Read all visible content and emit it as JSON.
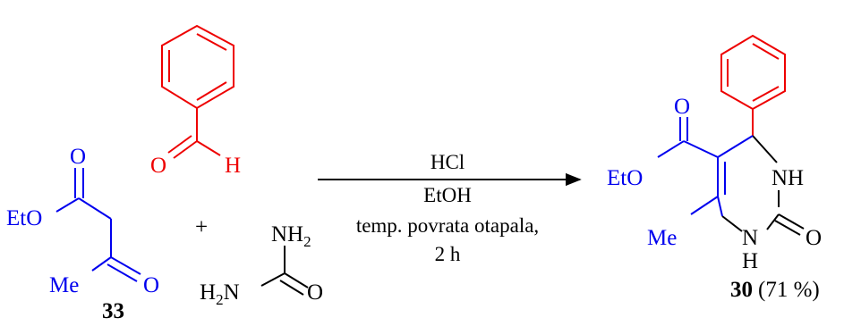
{
  "colors": {
    "reagent_a": "#0000ee",
    "reagent_b": "#ee0000",
    "default": "#000000"
  },
  "plus": "+",
  "aldehyde": {
    "o": "O",
    "h": "H"
  },
  "ketoester": {
    "carbonyl_o": "O",
    "ester_group": "EtO",
    "ketone_o": "O",
    "methyl": "Me",
    "compound_number": "33"
  },
  "urea": {
    "nh2_top_n": "NH",
    "nh2_top_sub": "2",
    "nh2_left_h": "H",
    "nh2_left_sub": "2",
    "nh2_left_n": "N",
    "carbonyl_o": "O"
  },
  "conditions": {
    "line1": "HCl",
    "line2": "EtOH",
    "line3": "temp. povrata otapala,",
    "line4": "2 h"
  },
  "product": {
    "ester_o": "O",
    "ester_group": "EtO",
    "nh_top": "NH",
    "methyl": "Me",
    "n_bottom": "N",
    "h_bottom": "H",
    "carbonyl_o": "O",
    "compound_number": "30",
    "yield": "(71 %)"
  }
}
